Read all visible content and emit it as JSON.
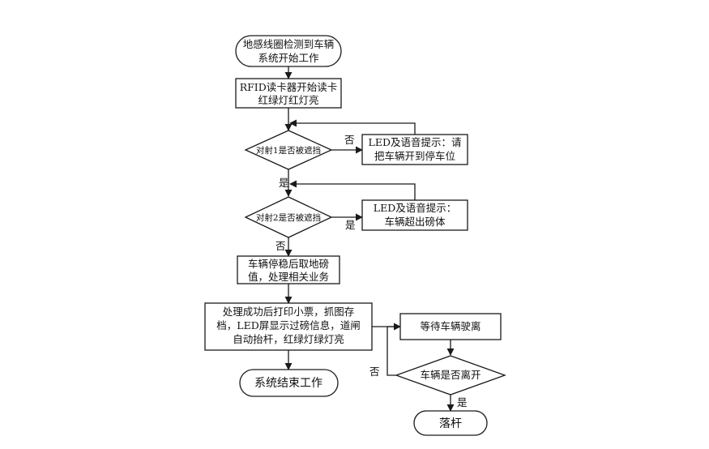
{
  "nodes": {
    "start": {
      "line1": "地感线圈检测到车辆",
      "line2": "系统开始工作"
    },
    "rfid": {
      "line1": "RFID读卡器开始读卡",
      "line2": "红绿灯红灯亮"
    },
    "check1": {
      "label": "对射1是否被遮挡"
    },
    "prompt1": {
      "line1": "LED及语音提示：请",
      "line2": "把车辆开到停车位"
    },
    "check2": {
      "label": "对射2是否被遮挡"
    },
    "prompt2": {
      "line1": "LED及语音提示：",
      "line2": "车辆超出磅体"
    },
    "weigh": {
      "line1": "车辆停稳后取地磅",
      "line2": "值，处理相关业务"
    },
    "success": {
      "line1": "处理成功后打印小票，抓图存",
      "line2": "档，LED屏显示过磅信息，道闸",
      "line3": "自动抬杆，红绿灯绿灯亮"
    },
    "end": {
      "label": "系统结束工作"
    },
    "wait": {
      "label": "等待车辆驶离"
    },
    "check_leave": {
      "label": "车辆是否离开"
    },
    "drop": {
      "label": "落杆"
    }
  },
  "edges": {
    "check1_no": "否",
    "check1_yes": "是",
    "check2_yes": "是",
    "check2_no": "否",
    "leave_no": "否",
    "leave_yes": "是"
  }
}
